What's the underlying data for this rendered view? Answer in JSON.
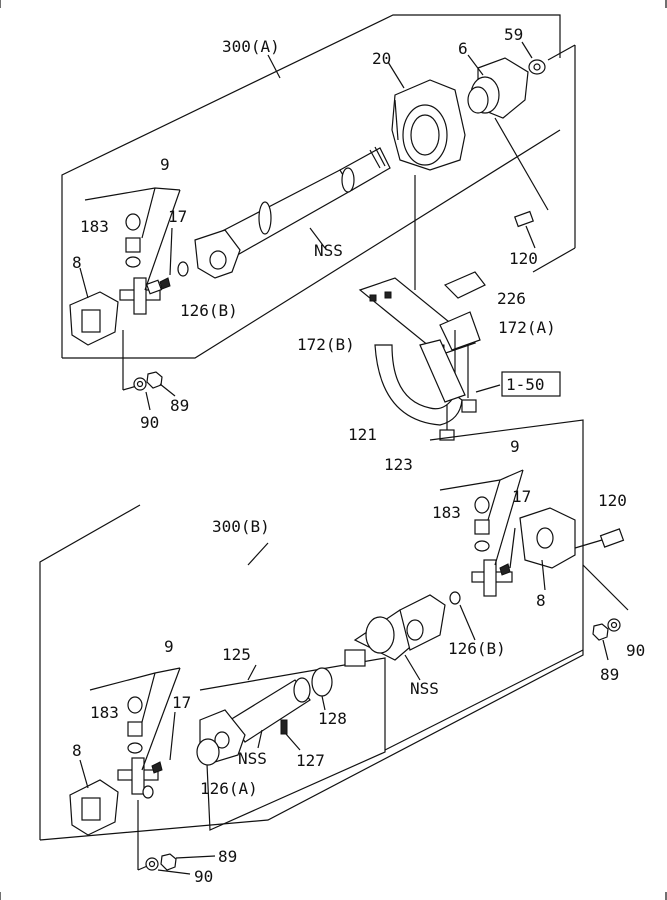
{
  "labels": {
    "l300a": "300(A)",
    "l20": "20",
    "l6": "6",
    "l59": "59",
    "l9a": "9",
    "l183a": "183",
    "l17a": "17",
    "l8a": "8",
    "l126ba": "126(B)",
    "lnss1": "NSS",
    "l120a": "120",
    "l226": "226",
    "l172a": "172(A)",
    "l172b": "172(B)",
    "l90a": "90",
    "l89a": "89",
    "l150": "1-50",
    "l121": "121",
    "l123": "123",
    "l9b": "9",
    "l183b": "183",
    "l17b": "17",
    "l120b": "120",
    "l300b": "300(B)",
    "l8b": "8",
    "l126bb": "126(B)",
    "l90b": "90",
    "l89b": "89",
    "lnss2": "NSS",
    "l125": "125",
    "l9c": "9",
    "l183c": "183",
    "l17c": "17",
    "l128": "128",
    "lnss3": "NSS",
    "l127": "127",
    "l8c": "8",
    "l126a": "126(A)",
    "l89c": "89",
    "l90c": "90"
  }
}
